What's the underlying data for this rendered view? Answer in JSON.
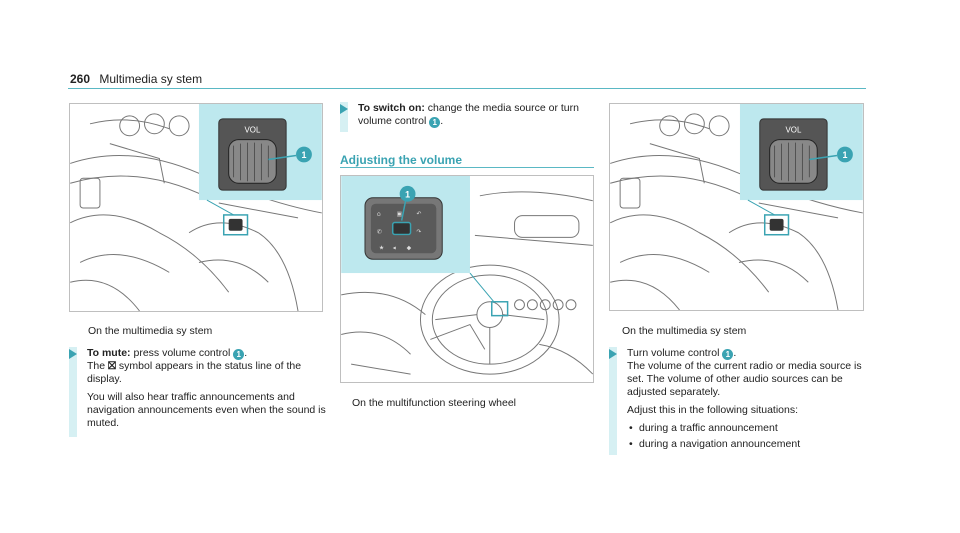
{
  "header": {
    "page_number": "260",
    "title": "Multimedia sy stem"
  },
  "left": {
    "caption": "On the multimedia sy stem",
    "inset_label": "VOL",
    "inset_badge": "1",
    "step_title": "To mute:",
    "step_text_1a": " press volume control ",
    "badge": "1",
    "step_text_1b": ".",
    "step_text_2a": "The ",
    "symbol": "⛝",
    "step_text_2b": " symbol appears in the status line of the display.",
    "step_text_3": "You will also hear traffic announcements and navigation announcements even when the sound is muted."
  },
  "middle": {
    "step_title": "To switch on:",
    "step_text_a": " change the media source or turn volume control ",
    "badge": "1",
    "step_text_b": ".",
    "section_title": "Adjusting the volume",
    "inset_badge": "1",
    "caption": "On the multifunction steering wheel"
  },
  "right": {
    "caption": "On the multimedia sy stem",
    "inset_label": "VOL",
    "inset_badge": "1",
    "step_text_1a": "Turn volume control ",
    "badge": "1",
    "step_text_1b": ".",
    "step_text_2": "The volume of the current radio or media source is set. The volume of other audio sources can be adjusted separately.",
    "step_text_3": "Adjust this in the following situations:",
    "items": [
      "during a traffic announcement",
      "during a navigation announcement"
    ]
  },
  "colors": {
    "accent": "#3aa3b2",
    "inset_bg": "#bde8ee",
    "bar_bg": "#d6f0f3"
  },
  "icons": {
    "step_marker": "triangle-arrow-icon",
    "mute": "mute-icon"
  }
}
